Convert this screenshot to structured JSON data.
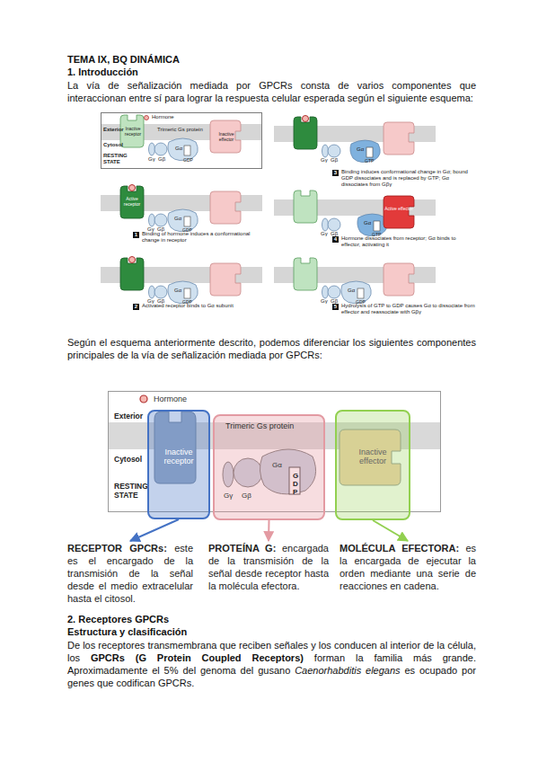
{
  "diagram": {
    "title": "TEMA IX, BQ DINÁMICA",
    "nodes": [
      {
        "text": [
          "Hormone",
          "Exterior",
          "Trimeric Gs protein",
          "Cytosol",
          "RESTING STATE",
          "Gγ",
          "Gβ",
          "Gα",
          "GDP"
        ]
      },
      {
        "text": [
          "Inactive receptor"
        ],
        "in": 0
      },
      {
        "text": [
          "Inactive effector"
        ],
        "in": 0
      },
      {
        "text": [
          "Active receptor"
        ]
      },
      {
        "text": [
          "Active effector"
        ]
      },
      {
        "text": [
          "Hormone",
          "Exterior",
          "Cytosol",
          "RESTING STATE"
        ]
      },
      {
        "text": [
          "Inactive receptor"
        ],
        "in": 5
      },
      {
        "text": [
          "Trimeric Gs protein",
          "Gγ",
          "Gβ",
          "Gα",
          "GDP"
        ],
        "in": 5
      },
      {
        "text": [
          "Inactive effector"
        ],
        "in": 5
      },
      {
        "text": [
          "RECEPTOR GPCRs:",
          "este es el encargado de la transmisión de la señal desde el medio extracelular hasta el citosol."
        ]
      },
      {
        "text": [
          "PROTEÍNA G:",
          "encargada de la transmisión de la señal desde receptor hasta la molécula efectora."
        ]
      },
      {
        "text": [
          "MOLÉCULA EFECTORA:",
          "es la encargada de ejecutar la orden mediante una serie de reacciones en cadena."
        ]
      }
    ],
    "edges": [
      {
        "from": 6,
        "to": 9,
        "arrow": "to"
      },
      {
        "from": 7,
        "to": 10,
        "arrow": "to"
      },
      {
        "from": 8,
        "to": 11,
        "arrow": "to"
      }
    ],
    "labels": [
      "1. Introducción",
      "La vía de señalización mediada por GPCRs consta de varios componentes que interaccionan entre sí para lograr la respuesta celular esperada según el siguiente esquema:",
      "Gγ",
      "Gβ",
      "Gα",
      "GTP",
      "3",
      "Binding induces conformational change in Gα; bound GDP dissociates and is replaced by GTP; Gα dissociates from Gβγ",
      "Gγ",
      "Gβ",
      "Gα",
      "GDP",
      "1",
      "Binding of hormone induces a conformational change in receptor",
      "Gγ",
      "Gβ",
      "Gα",
      "GTP",
      "4",
      "Hormone dissociates from receptor; Gα binds to effector, activating it",
      "Gγ",
      "Gβ",
      "Gα",
      "GDP",
      "2",
      "Activated receptor binds to Gα subunit",
      "Gγ",
      "Gβ",
      "Gα",
      "GDP",
      "5",
      "Hydrolysis of GTP to GDP causes Gα to dissociate from effector and reassociate with Gβγ",
      "Según el esquema anteriormente descrito, podemos diferenciar los siguientes componentes principales de la vía de señalización mediada por GPCRs:",
      "2. Receptores GPCRs",
      "Estructura y clasificación",
      "De los receptores transmembrana que reciben señales y los conducen al interior de la célula, los",
      "GPCRs (G Protein Coupled Receptors)",
      "forman la familia más grande. Aproximadamente el 5% del genoma del gusano",
      "Caenorhabditis elegans",
      "es ocupado por genes que codifican GPCRs."
    ]
  }
}
